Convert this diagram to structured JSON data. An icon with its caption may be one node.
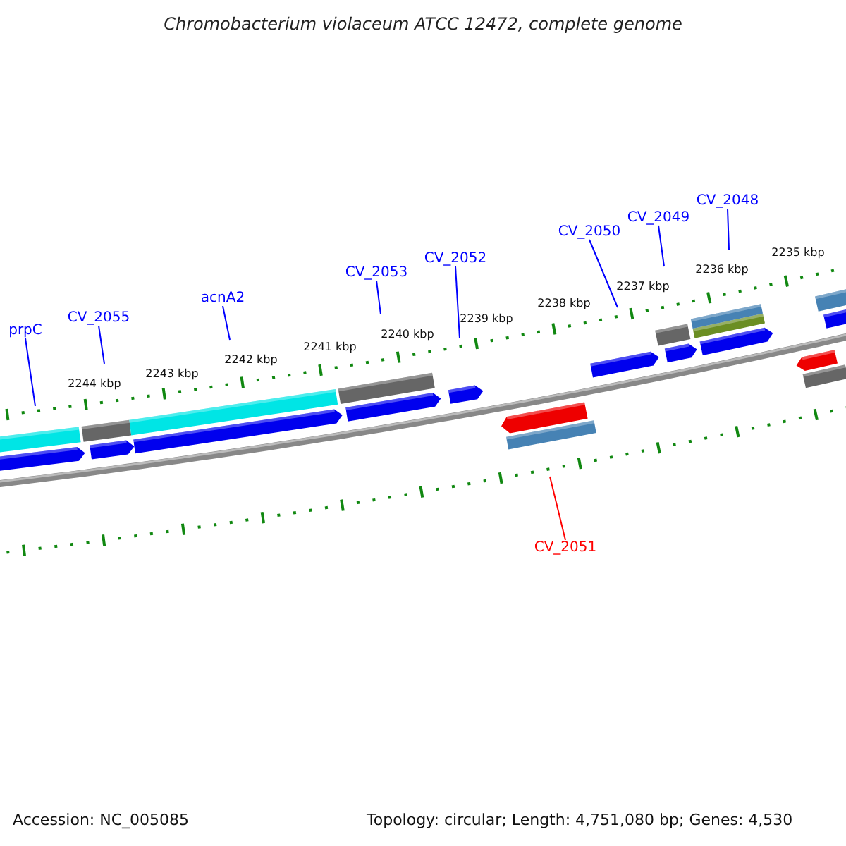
{
  "diagram": {
    "title": "Chromobacterium violaceum ATCC 12472, complete genome",
    "nodes": [
      {
        "text": [
          "prpC"
        ]
      },
      {
        "text": [
          "CV_2055"
        ]
      },
      {
        "text": [
          "acnA2"
        ]
      },
      {
        "text": [
          "CV_2053"
        ]
      },
      {
        "text": [
          "CV_2052"
        ]
      },
      {
        "text": [
          "CV_2050"
        ]
      },
      {
        "text": [
          "CV_2049"
        ]
      },
      {
        "text": [
          "CV_2048"
        ]
      },
      {
        "text": [
          "CV_2051"
        ]
      }
    ],
    "edges": [
      {
        "from": 0,
        "to": null,
        "arrow": "none"
      },
      {
        "from": 1,
        "to": null,
        "arrow": "none"
      },
      {
        "from": 2,
        "to": null,
        "arrow": "none"
      },
      {
        "from": 3,
        "to": null,
        "arrow": "none"
      },
      {
        "from": 4,
        "to": null,
        "arrow": "none"
      },
      {
        "from": 5,
        "to": null,
        "arrow": "none"
      },
      {
        "from": 6,
        "to": null,
        "arrow": "none"
      },
      {
        "from": 7,
        "to": null,
        "arrow": "none"
      },
      {
        "from": 8,
        "to": null,
        "arrow": "none",
        "color": "#ff0000"
      }
    ],
    "labels": [
      "2244 kbp",
      "2243 kbp",
      "2242 kbp",
      "2241 kbp",
      "2240 kbp",
      "2239 kbp",
      "2238 kbp",
      "2237 kbp",
      "2236 kbp",
      "2235 kbp",
      "Accession: NC_005085",
      "Topology: circular; Length: 4,751,080 bp; Genes: 4,530"
    ]
  }
}
